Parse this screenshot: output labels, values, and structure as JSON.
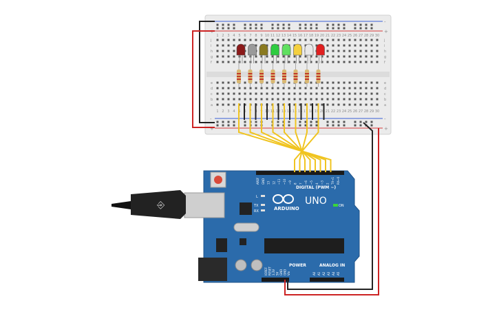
{
  "colors": {
    "board": "#2b6bab",
    "board_dark": "#1f5389",
    "breadboard": "#e9e9e9",
    "rail_red": "#d63a3a",
    "rail_blue": "#3a5fd6",
    "wire_yellow": "#f0c420",
    "wire_black": "#222222",
    "wire_red": "#cc2222",
    "cable": "#1a1a1a"
  },
  "breadboard": {
    "column_numbers_top": [
      "1",
      "2",
      "3",
      "4",
      "5",
      "6",
      "7",
      "8",
      "9",
      "10",
      "11",
      "12",
      "13",
      "14",
      "15",
      "16",
      "17",
      "18",
      "19",
      "20",
      "21",
      "22",
      "23",
      "24",
      "25",
      "26",
      "27",
      "28",
      "29",
      "30"
    ],
    "row_letters_top": [
      "j",
      "i",
      "h",
      "g",
      "f"
    ],
    "row_letters_bottom": [
      "e",
      "d",
      "c",
      "b",
      "a"
    ],
    "rail_plus": "+",
    "rail_minus": "-"
  },
  "leds": [
    {
      "color": "#8b1a1a",
      "name": "dark-red"
    },
    {
      "color": "#9a9a9a",
      "name": "grey"
    },
    {
      "color": "#8a7a20",
      "name": "olive"
    },
    {
      "color": "#2ecc40",
      "name": "green"
    },
    {
      "color": "#5fe05f",
      "name": "light-green"
    },
    {
      "color": "#f4d03f",
      "name": "yellow"
    },
    {
      "color": "#e8e8e8",
      "name": "white"
    },
    {
      "color": "#e02020",
      "name": "red"
    }
  ],
  "arduino": {
    "brand": "ARDUINO",
    "model": "UNO",
    "digital_label": "DIGITAL (PWM ~)",
    "power_label": "POWER",
    "analog_label": "ANALOG IN",
    "on_label": "ON",
    "tx_label": "TX",
    "rx_label": "RX",
    "l_label": "L",
    "digital_pins": [
      "AREF",
      "GND",
      "13",
      "12",
      "~11",
      "~10",
      "~9",
      "8",
      "7",
      "~6",
      "~5",
      "4",
      "~3",
      "2",
      "TX→1",
      "RX←0"
    ],
    "power_pins": [
      "IOREF",
      "RESET",
      "3.3V",
      "5V",
      "GND",
      "GND",
      "Vin"
    ],
    "analog_pins": [
      "A0",
      "A1",
      "A2",
      "A3",
      "A4",
      "A5"
    ]
  }
}
